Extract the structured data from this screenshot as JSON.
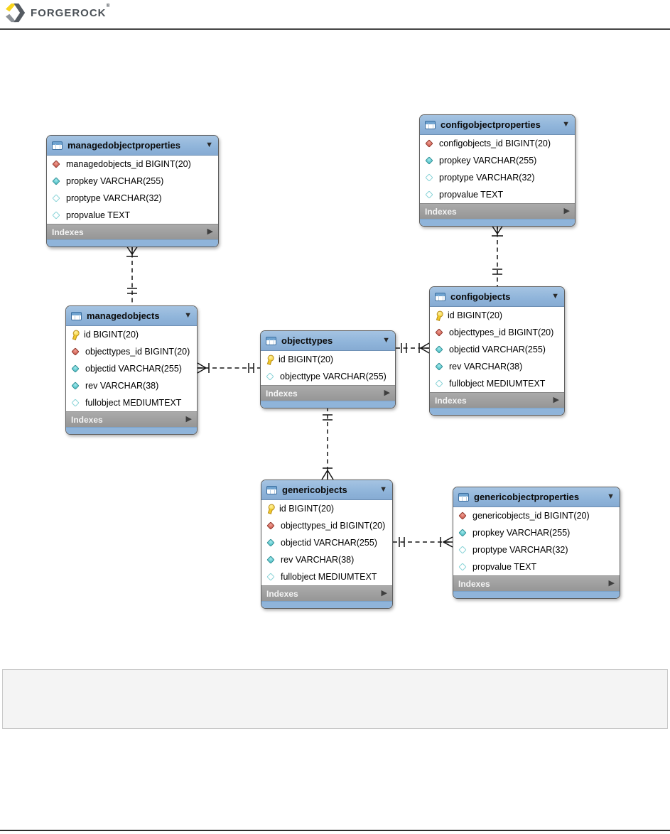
{
  "brand": {
    "name": "FORGEROCK",
    "registered_mark": "®"
  },
  "colors": {
    "table_header_blue": "#8fb4da",
    "indexes_gray": "#9e9e9e",
    "logo_yellow": "#f8d41c",
    "logo_dark_gray": "#555b62",
    "fk_diamond_red": "#c84f40",
    "attribute_cyan": "#3fb9bf",
    "key_yellow": "#f2c928"
  },
  "diagram": {
    "indexes_label": "Indexes",
    "collapse_arrow": "▼",
    "expand_arrow": "▶",
    "tables": [
      {
        "name": "managedobjectproperties",
        "columns": [
          {
            "icon": "fk-diamond-icon",
            "text": "managedobjects_id BIGINT(20)"
          },
          {
            "icon": "attr-diamond-icon",
            "text": "propkey VARCHAR(255)"
          },
          {
            "icon": "attr-diamond-outline-icon",
            "text": "proptype VARCHAR(32)"
          },
          {
            "icon": "attr-diamond-outline-icon",
            "text": "propvalue TEXT"
          }
        ]
      },
      {
        "name": "configobjectproperties",
        "columns": [
          {
            "icon": "fk-diamond-icon",
            "text": "configobjects_id BIGINT(20)"
          },
          {
            "icon": "attr-diamond-icon",
            "text": "propkey VARCHAR(255)"
          },
          {
            "icon": "attr-diamond-outline-icon",
            "text": "proptype VARCHAR(32)"
          },
          {
            "icon": "attr-diamond-outline-icon",
            "text": "propvalue TEXT"
          }
        ]
      },
      {
        "name": "managedobjects",
        "columns": [
          {
            "icon": "key-icon",
            "text": "id BIGINT(20)"
          },
          {
            "icon": "fk-diamond-icon",
            "text": "objecttypes_id BIGINT(20)"
          },
          {
            "icon": "attr-diamond-icon",
            "text": "objectid VARCHAR(255)"
          },
          {
            "icon": "attr-diamond-icon",
            "text": "rev VARCHAR(38)"
          },
          {
            "icon": "attr-diamond-outline-icon",
            "text": "fullobject MEDIUMTEXT"
          }
        ]
      },
      {
        "name": "objecttypes",
        "columns": [
          {
            "icon": "key-icon",
            "text": "id BIGINT(20)"
          },
          {
            "icon": "attr-diamond-outline-icon",
            "text": "objecttype VARCHAR(255)"
          }
        ]
      },
      {
        "name": "configobjects",
        "columns": [
          {
            "icon": "key-icon",
            "text": "id BIGINT(20)"
          },
          {
            "icon": "fk-diamond-icon",
            "text": "objecttypes_id BIGINT(20)"
          },
          {
            "icon": "attr-diamond-icon",
            "text": "objectid VARCHAR(255)"
          },
          {
            "icon": "attr-diamond-icon",
            "text": "rev VARCHAR(38)"
          },
          {
            "icon": "attr-diamond-outline-icon",
            "text": "fullobject MEDIUMTEXT"
          }
        ]
      },
      {
        "name": "genericobjects",
        "columns": [
          {
            "icon": "key-icon",
            "text": "id BIGINT(20)"
          },
          {
            "icon": "fk-diamond-icon",
            "text": "objecttypes_id BIGINT(20)"
          },
          {
            "icon": "attr-diamond-icon",
            "text": "objectid VARCHAR(255)"
          },
          {
            "icon": "attr-diamond-icon",
            "text": "rev VARCHAR(38)"
          },
          {
            "icon": "attr-diamond-outline-icon",
            "text": "fullobject MEDIUMTEXT"
          }
        ]
      },
      {
        "name": "genericobjectproperties",
        "columns": [
          {
            "icon": "fk-diamond-icon",
            "text": "genericobjects_id BIGINT(20)"
          },
          {
            "icon": "attr-diamond-icon",
            "text": "propkey VARCHAR(255)"
          },
          {
            "icon": "attr-diamond-outline-icon",
            "text": "proptype VARCHAR(32)"
          },
          {
            "icon": "attr-diamond-outline-icon",
            "text": "propvalue TEXT"
          }
        ]
      }
    ],
    "relationships": [
      {
        "from": "managedobjectproperties",
        "to": "managedobjects",
        "from_cardinality": "many",
        "to_cardinality": "one",
        "line_style": "dashed"
      },
      {
        "from": "configobjectproperties",
        "to": "configobjects",
        "from_cardinality": "many",
        "to_cardinality": "one",
        "line_style": "dashed"
      },
      {
        "from": "managedobjects",
        "to": "objecttypes",
        "from_cardinality": "many",
        "to_cardinality": "one",
        "line_style": "dashed"
      },
      {
        "from": "configobjects",
        "to": "objecttypes",
        "from_cardinality": "many",
        "to_cardinality": "one",
        "line_style": "dashed"
      },
      {
        "from": "genericobjects",
        "to": "objecttypes",
        "from_cardinality": "many",
        "to_cardinality": "one",
        "line_style": "dashed"
      },
      {
        "from": "genericobjectproperties",
        "to": "genericobjects",
        "from_cardinality": "many",
        "to_cardinality": "one",
        "line_style": "dashed"
      }
    ]
  },
  "code_block": {
    "content": ""
  }
}
